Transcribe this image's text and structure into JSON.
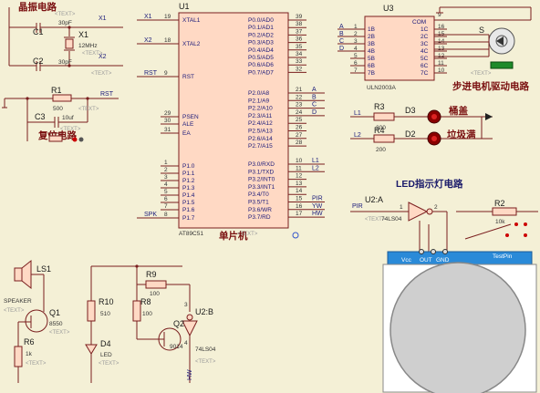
{
  "titles": {
    "crystal": "晶振电路",
    "reset": "复位电路",
    "mcu": "单片机",
    "stepper": "步进电机驱动电路",
    "led": "LED指示灯电路",
    "lid": "桶盖",
    "trash": "垃圾满"
  },
  "text_placeholder": "<TEXT>",
  "mcu": {
    "ref": "U1",
    "part": "AT89C51",
    "left_pins": [
      {
        "num": "19",
        "name": "XTAL1",
        "net": "X1"
      },
      {
        "num": "18",
        "name": "XTAL2",
        "net": "X2"
      },
      {
        "num": "9",
        "name": "RST",
        "net": "RST"
      },
      {
        "num": "29",
        "name": "PSEN",
        "net": ""
      },
      {
        "num": "30",
        "name": "ALE",
        "net": ""
      },
      {
        "num": "31",
        "name": "EA",
        "net": ""
      },
      {
        "num": "1",
        "name": "P1.0",
        "net": ""
      },
      {
        "num": "2",
        "name": "P1.1",
        "net": ""
      },
      {
        "num": "3",
        "name": "P1.2",
        "net": ""
      },
      {
        "num": "4",
        "name": "P1.3",
        "net": ""
      },
      {
        "num": "5",
        "name": "P1.4",
        "net": ""
      },
      {
        "num": "6",
        "name": "P1.5",
        "net": ""
      },
      {
        "num": "7",
        "name": "P1.6",
        "net": ""
      },
      {
        "num": "8",
        "name": "P1.7",
        "net": "SPK"
      }
    ],
    "right_pins": [
      {
        "num": "39",
        "name": "P0.0/AD0",
        "net": ""
      },
      {
        "num": "38",
        "name": "P0.1/AD1",
        "net": ""
      },
      {
        "num": "37",
        "name": "P0.2/AD2",
        "net": ""
      },
      {
        "num": "36",
        "name": "P0.3/AD3",
        "net": ""
      },
      {
        "num": "35",
        "name": "P0.4/AD4",
        "net": ""
      },
      {
        "num": "34",
        "name": "P0.5/AD5",
        "net": ""
      },
      {
        "num": "33",
        "name": "P0.6/AD6",
        "net": ""
      },
      {
        "num": "32",
        "name": "P0.7/AD7",
        "net": ""
      },
      {
        "num": "21",
        "name": "P2.0/A8",
        "net": "A"
      },
      {
        "num": "22",
        "name": "P2.1/A9",
        "net": "B"
      },
      {
        "num": "23",
        "name": "P2.2/A10",
        "net": "C"
      },
      {
        "num": "24",
        "name": "P2.3/A11",
        "net": "D"
      },
      {
        "num": "25",
        "name": "P2.4/A12",
        "net": ""
      },
      {
        "num": "26",
        "name": "P2.5/A13",
        "net": ""
      },
      {
        "num": "27",
        "name": "P2.6/A14",
        "net": ""
      },
      {
        "num": "28",
        "name": "P2.7/A15",
        "net": ""
      },
      {
        "num": "10",
        "name": "P3.0/RXD",
        "net": "L1"
      },
      {
        "num": "11",
        "name": "P3.1/TXD",
        "net": "L2"
      },
      {
        "num": "12",
        "name": "P3.2/INT0",
        "net": ""
      },
      {
        "num": "13",
        "name": "P3.3/INT1",
        "net": ""
      },
      {
        "num": "14",
        "name": "P3.4/T0",
        "net": ""
      },
      {
        "num": "15",
        "name": "P3.5/T1",
        "net": "PIR"
      },
      {
        "num": "16",
        "name": "P3.6/WR",
        "net": "YW"
      },
      {
        "num": "17",
        "name": "P3.7/RD",
        "net": "HW"
      }
    ]
  },
  "crystal": {
    "c1": "C1",
    "c1_val": "30pF",
    "c2": "C2",
    "c2_val": "30pF",
    "x1": "X1",
    "x1_val": "12MHz",
    "net1": "X1",
    "net2": "X2"
  },
  "reset": {
    "r1": "R1",
    "r1_val": "500",
    "net": "RST",
    "c3": "C3",
    "c3_val": "10uf"
  },
  "uln": {
    "ref": "U3",
    "part": "ULN2003A",
    "com": "COM",
    "in": [
      "1B",
      "2B",
      "3B",
      "4B",
      "5B",
      "6B",
      "7B"
    ],
    "out": [
      "1C",
      "2C",
      "3C",
      "4C",
      "5C",
      "6C",
      "7C"
    ],
    "in_nums": [
      "1",
      "2",
      "3",
      "4",
      "5",
      "6",
      "7"
    ],
    "out_nums": [
      "16",
      "15",
      "14",
      "13",
      "12",
      "11",
      "10"
    ],
    "nets": [
      "A",
      "B",
      "C",
      "D"
    ],
    "motor": "S",
    "com_num": "9"
  },
  "leds": {
    "r3": "R3",
    "r3_val": "200",
    "d3": "D3",
    "net3": "L1",
    "r4": "R4",
    "r4_val": "200",
    "d2": "D2",
    "net4": "L2"
  },
  "pir": {
    "u2a": "U2:A",
    "u2a_part": "74LS04",
    "net": "PIR",
    "pin_in": "1",
    "pin_out": "2",
    "r2": "R2",
    "r2_val": "10k",
    "pins": [
      "Vcc",
      "OUT",
      "GND"
    ],
    "module": "TestPin"
  },
  "speaker": {
    "ls1": "LS1",
    "label": "SPEAKER",
    "q1": "Q1",
    "q1_part": "8550",
    "r6": "R6",
    "r6_val": "1k"
  },
  "hw": {
    "r10": "R10",
    "r10_val": "510",
    "r8": "R8",
    "r8_val": "100",
    "r9": "R9",
    "r9_val": "100",
    "d4": "D4",
    "d4_part": "LED",
    "q2": "Q2",
    "q2_part": "9014",
    "u2b": "U2:B",
    "u2b_part": "74LS04",
    "pin_in": "3",
    "pin_out": "4",
    "net": "HW"
  },
  "colors": {
    "wire": "#7a1e1e",
    "component_fill": "#ffd9c4",
    "background": "#f4f0d6",
    "title_red": "#7a1010",
    "title_blue": "#1a1a6a",
    "led_red": "#8a0000",
    "sensor_panel": "#2a8ad8"
  }
}
